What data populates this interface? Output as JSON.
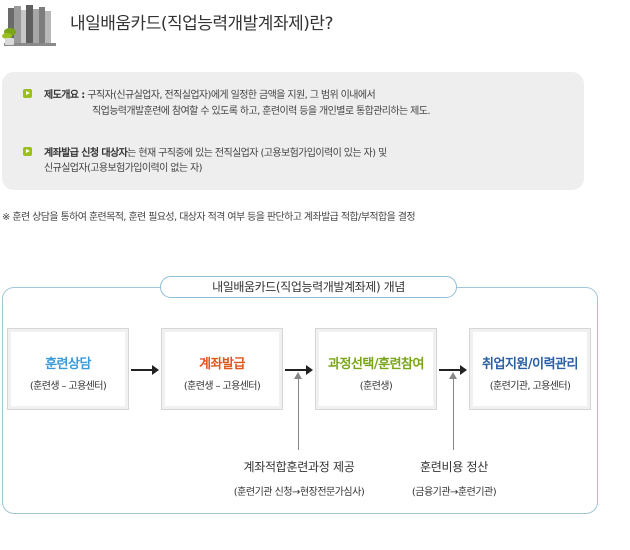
{
  "page_title": "내일배움카드(직업능력개발계좌제)란?",
  "info": {
    "line1_label": "제도개요 :",
    "line1_text": " 구직자(신규실업자, 전직실업자)에게 일정한 금액을 지원, 그 범위 이내에서",
    "line2_text": "직업능력개발훈련에 참여할 수 있도록 하고, 훈련이력 등을 개인별로 통합관리하는 제도.",
    "line3_label": "계좌발급 신청 대상자",
    "line3_text": "는 현재 구직중에 있는 전직실업자 (고용보험가입이력이 있는 자) 및",
    "line4_text": "신규실업자(고용보험가입이력이 없는 자)"
  },
  "note": "※ 훈련 상담을 통하여 훈련목적, 훈련 필요성, 대상자 적격 여부 등을 판단하고 계좌발급 적합/부적합을 결정",
  "concept": {
    "title": "내일배움카드(직업능력개발계좌제) 개념",
    "steps": [
      {
        "title": "훈련상담",
        "sub": "(훈련생 – 고용센터)",
        "color": "#3a9ad9"
      },
      {
        "title": "계좌발급",
        "sub": "(훈련생 – 고용센터)",
        "color": "#e0561c"
      },
      {
        "title": "과정선택/훈련참여",
        "sub": "(훈련생)",
        "color": "#7aa51a"
      },
      {
        "title": "취업지원/이력관리",
        "sub": "(훈련기관, 고용센터)",
        "color": "#2b5ea3"
      }
    ],
    "inputs": [
      {
        "title": "계좌적합훈련과정 제공",
        "sub": "(훈련기관 신청→현장전문가심사)"
      },
      {
        "title": "훈련비용 정산",
        "sub": "(금융기관→훈련기관)"
      }
    ]
  },
  "colors": {
    "bullet": "#9bbf1f",
    "frame_border": "#9fc7d8",
    "info_bg": "#eeeeee"
  },
  "icons": [
    "books-icon",
    "bullet-arrow-icon",
    "arrow-right-icon",
    "arrow-up-icon"
  ]
}
